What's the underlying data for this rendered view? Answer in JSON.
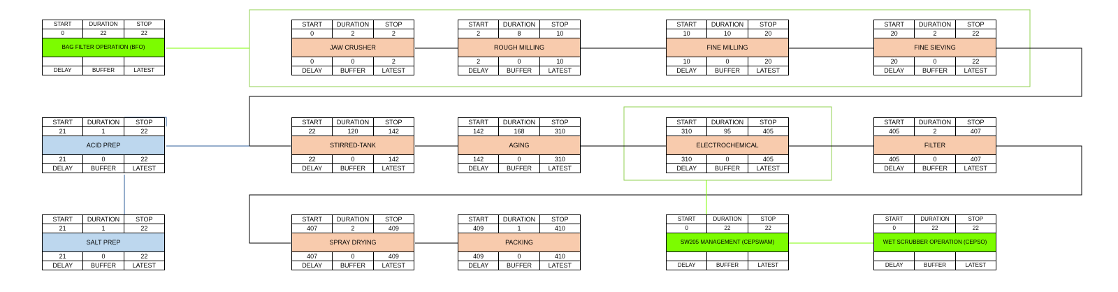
{
  "tasks": [
    {
      "id": "bfo",
      "name": "BAG FILTER OPERATION (BFO)",
      "start": "0",
      "duration": "22",
      "stop": "22",
      "delay": "",
      "buffer": "",
      "latest": "",
      "color": "green"
    },
    {
      "id": "jaw",
      "name": "JAW CRUSHER",
      "start": "0",
      "duration": "2",
      "stop": "2",
      "delay": "0",
      "buffer": "0",
      "latest": "2",
      "color": "orange"
    },
    {
      "id": "rough",
      "name": "ROUGH MILLING",
      "start": "2",
      "duration": "8",
      "stop": "10",
      "delay": "2",
      "buffer": "0",
      "latest": "10",
      "color": "orange"
    },
    {
      "id": "fine-mill",
      "name": "FINE MILLING",
      "start": "10",
      "duration": "10",
      "stop": "20",
      "delay": "10",
      "buffer": "0",
      "latest": "20",
      "color": "orange"
    },
    {
      "id": "fine-sieve",
      "name": "FINE SIEVING",
      "start": "20",
      "duration": "2",
      "stop": "22",
      "delay": "20",
      "buffer": "0",
      "latest": "22",
      "color": "orange"
    },
    {
      "id": "acid",
      "name": "ACID PREP",
      "start": "21",
      "duration": "1",
      "stop": "22",
      "delay": "21",
      "buffer": "0",
      "latest": "22",
      "color": "blue"
    },
    {
      "id": "stirred",
      "name": "STIRRED-TANK",
      "start": "22",
      "duration": "120",
      "stop": "142",
      "delay": "22",
      "buffer": "0",
      "latest": "142",
      "color": "orange"
    },
    {
      "id": "aging",
      "name": "AGING",
      "start": "142",
      "duration": "168",
      "stop": "310",
      "delay": "142",
      "buffer": "0",
      "latest": "310",
      "color": "orange"
    },
    {
      "id": "electro",
      "name": "ELECTROCHEMICAL",
      "start": "310",
      "duration": "95",
      "stop": "405",
      "delay": "310",
      "buffer": "0",
      "latest": "405",
      "color": "orange"
    },
    {
      "id": "filter",
      "name": "FILTER",
      "start": "405",
      "duration": "2",
      "stop": "407",
      "delay": "405",
      "buffer": "0",
      "latest": "407",
      "color": "orange"
    },
    {
      "id": "salt",
      "name": "SALT PREP",
      "start": "21",
      "duration": "1",
      "stop": "22",
      "delay": "21",
      "buffer": "0",
      "latest": "22",
      "color": "blue"
    },
    {
      "id": "spray",
      "name": "SPRAY DRYING",
      "start": "407",
      "duration": "2",
      "stop": "409",
      "delay": "407",
      "buffer": "0",
      "latest": "409",
      "color": "orange"
    },
    {
      "id": "packing",
      "name": "PACKING",
      "start": "409",
      "duration": "1",
      "stop": "410",
      "delay": "409",
      "buffer": "0",
      "latest": "410",
      "color": "orange"
    },
    {
      "id": "sw",
      "name": "SW205 MANAGEMENT (CEPSWAM)",
      "start": "0",
      "duration": "22",
      "stop": "22",
      "delay": "",
      "buffer": "",
      "latest": "",
      "color": "green"
    },
    {
      "id": "wet",
      "name": "WET SCRUBBER OPERATION (CEPSO)",
      "start": "0",
      "duration": "22",
      "stop": "22",
      "delay": "",
      "buffer": "",
      "latest": "",
      "color": "green"
    }
  ],
  "headers": {
    "start": "START",
    "duration": "DURATION",
    "stop": "STOP",
    "delay": "DELAY",
    "buffer": "BUFFER",
    "latest": "LATEST"
  },
  "colors": {
    "orange": "#f8cbad",
    "blue": "#bdd7ee",
    "green": "#7cfc00",
    "group_outline": "#92d050",
    "acid_link": "#2e5c9a"
  }
}
